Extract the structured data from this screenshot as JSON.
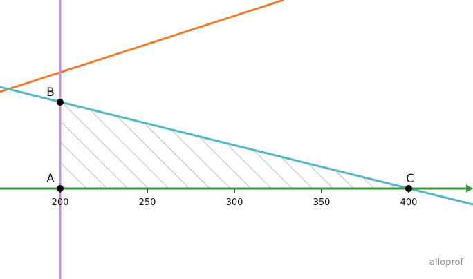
{
  "colors": {
    "x_axis": "#3a9a3a",
    "vertical_line": "#c38ee8",
    "orange_line": "#f47a2a",
    "blue_line": "#4fb8c2",
    "hatch": "#bdbdbd",
    "point": "#000000"
  },
  "axis": {
    "x_ticks": [
      200,
      250,
      300,
      350,
      400
    ],
    "x_tick_labels": [
      "200",
      "250",
      "300",
      "350",
      "400"
    ]
  },
  "points": [
    {
      "label": "A",
      "x": 200,
      "y": 0
    },
    {
      "label": "B",
      "x": 200,
      "y": 50
    },
    {
      "label": "C",
      "x": 400,
      "y": 0
    }
  ],
  "watermark": "alloprof"
}
